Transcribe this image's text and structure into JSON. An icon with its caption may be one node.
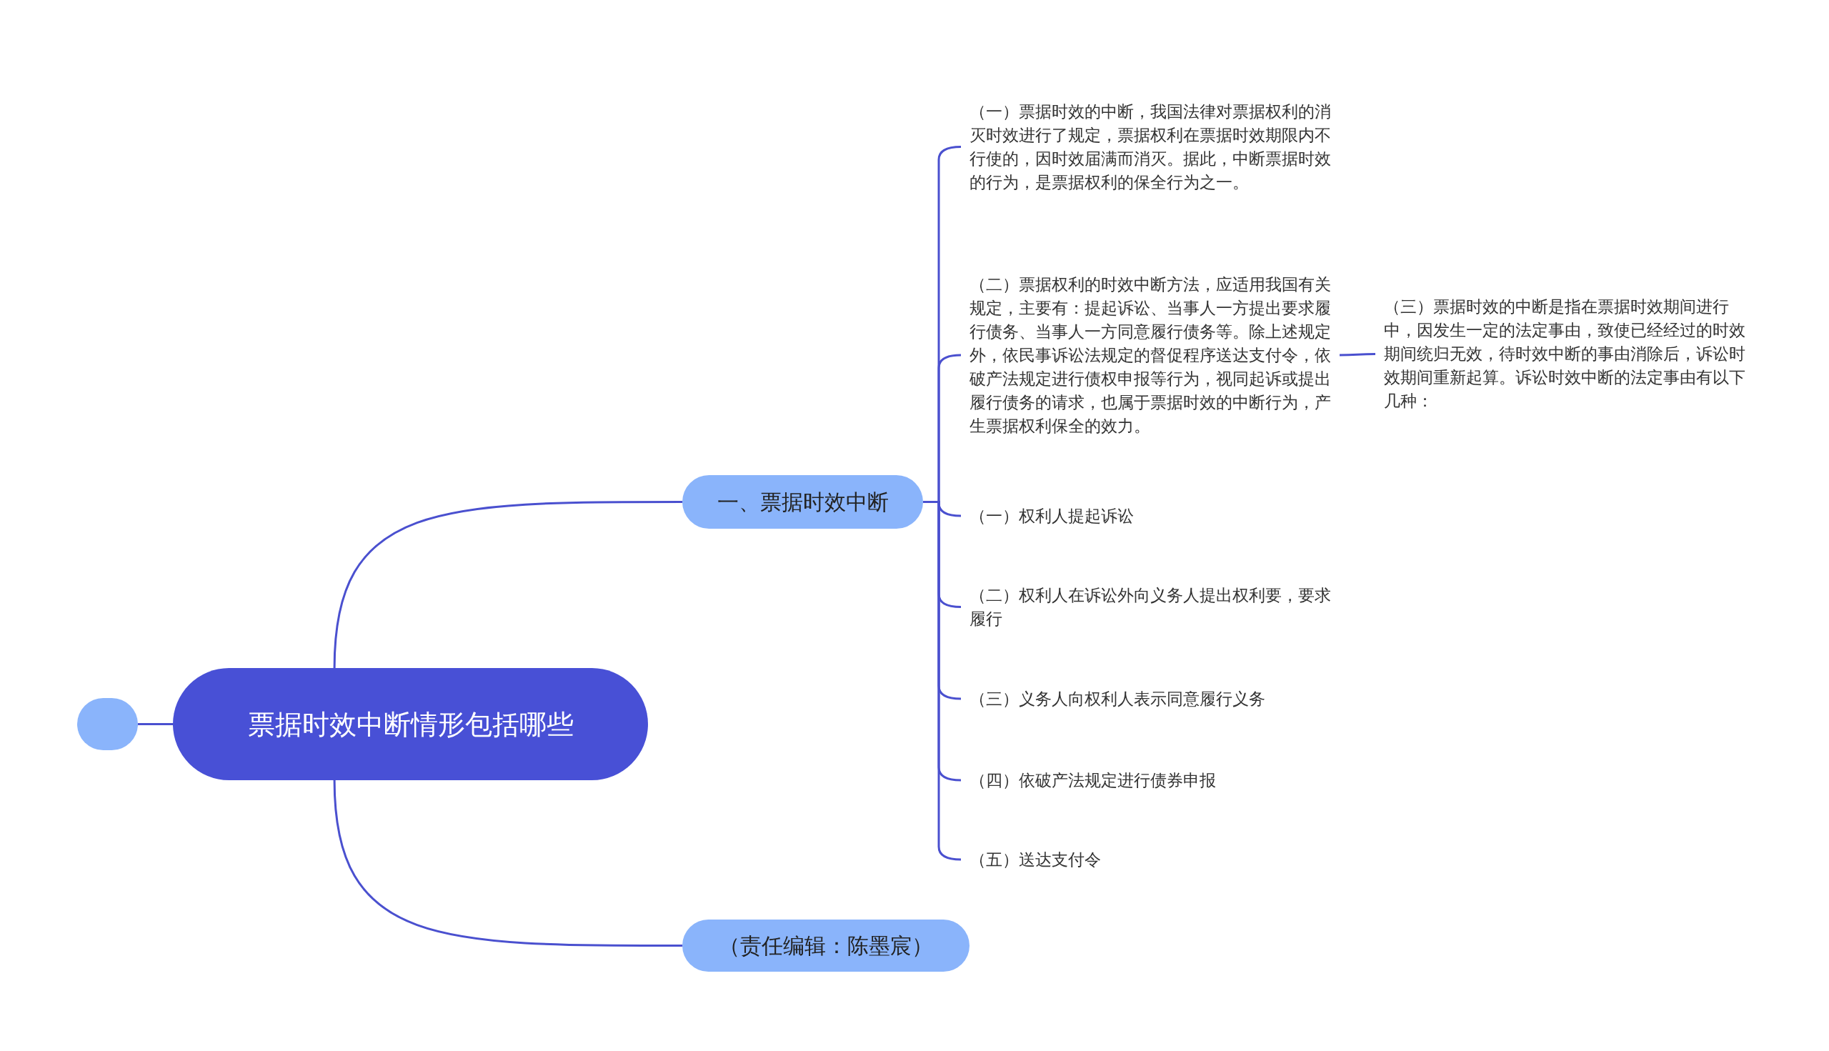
{
  "diagram": {
    "nodes": [
      {
        "text": [],
        "shape": "circle"
      },
      {
        "text": [
          "票据时效中断情形包括哪些"
        ]
      },
      {
        "text": [
          "一、票据时效中断"
        ]
      },
      {
        "text": [
          "（一）票据时效的中断，我国法律对票据权利的消灭时效进行了规定，票据权利在票据时效期限内不行使的，因时效届满而消灭。据此，中断票据时效的行为，是票据权利的保全行为之一。"
        ]
      },
      {
        "text": [
          "（二）票据权利的时效中断方法，应适用我国有关规定，主要有：提起诉讼、当事人一方提出要求履行债务、当事人一方同意履行债务等。除上述规定外，依民事诉讼法规定的督促程序送达支付令，依破产法规定进行债权申报等行为，视同起诉或提出履行债务的请求，也属于票据时效的中断行为，产生票据权利保全的效力。"
        ]
      },
      {
        "text": [
          "（三）票据时效的中断是指在票据时效期间进行中，因发生一定的法定事由，致使已经经过的时效期间统归无效，待时效中断的事由消除后，诉讼时效期间重新起算。诉讼时效中断的法定事由有以下几种："
        ]
      },
      {
        "text": [
          "（一）权利人提起诉讼"
        ]
      },
      {
        "text": [
          "（二）权利人在诉讼外向义务人提出权利要，要求履行"
        ]
      },
      {
        "text": [
          "（三）义务人向权利人表示同意履行义务"
        ]
      },
      {
        "text": [
          "（四）依破产法规定进行债券申报"
        ]
      },
      {
        "text": [
          "（五）送达支付令"
        ]
      },
      {
        "text": [
          "（责任编辑：陈墨宸）"
        ]
      }
    ],
    "edges": [
      {
        "from": 0,
        "to": 1,
        "arrow": "none"
      },
      {
        "from": 1,
        "to": 2,
        "arrow": "none"
      },
      {
        "from": 1,
        "to": 11,
        "arrow": "none"
      },
      {
        "from": 2,
        "to": 3,
        "arrow": "none"
      },
      {
        "from": 2,
        "to": 4,
        "arrow": "none"
      },
      {
        "from": 4,
        "to": 5,
        "arrow": "none"
      },
      {
        "from": 2,
        "to": 6,
        "arrow": "none"
      },
      {
        "from": 2,
        "to": 7,
        "arrow": "none"
      },
      {
        "from": 2,
        "to": 8,
        "arrow": "none"
      },
      {
        "from": 2,
        "to": 9,
        "arrow": "none"
      },
      {
        "from": 2,
        "to": 10,
        "arrow": "none"
      }
    ]
  }
}
